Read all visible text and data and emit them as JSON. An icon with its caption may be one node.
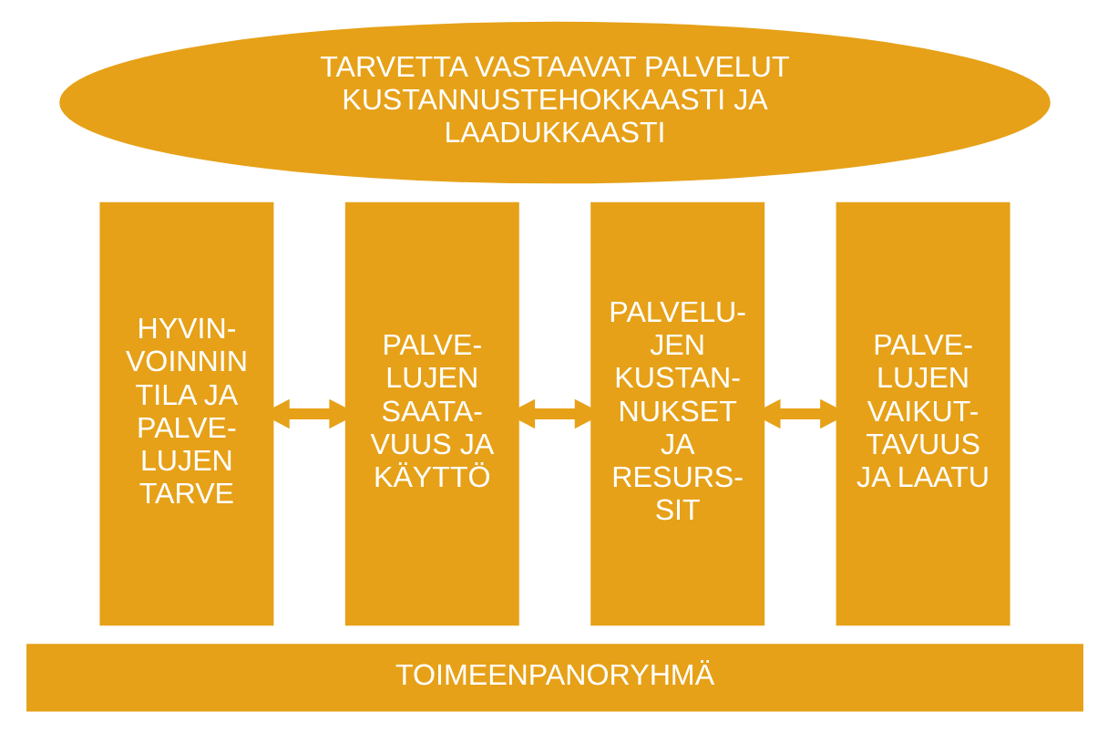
{
  "diagram": {
    "nodes": [
      {
        "text": [
          "TARVETTA VASTAAVAT PALVELUT KUSTANNUSTEHOKKAASTI JA LAADUKKAASTI"
        ]
      },
      {
        "text": [
          "HYVIN- VOINNIN TILA JA PALVE- LUJEN TARVE"
        ]
      },
      {
        "text": [
          "PALVE- LUJEN SAATA- VUUS JA KÄYTTÖ"
        ]
      },
      {
        "text": [
          "PALVELU- JEN KUSTAN- NUKSET JA RESURS- SIT"
        ]
      },
      {
        "text": [
          "PALVE- LUJEN VAIKUT- TAVUUS JA LAATU"
        ]
      },
      {
        "text": [
          "TOIMEENPANORYHMÄ"
        ]
      }
    ],
    "edges": [
      {
        "from": 1,
        "to": 2,
        "arrow": "both"
      },
      {
        "from": 2,
        "to": 3,
        "arrow": "both"
      },
      {
        "from": 3,
        "to": 4,
        "arrow": "both"
      }
    ]
  }
}
